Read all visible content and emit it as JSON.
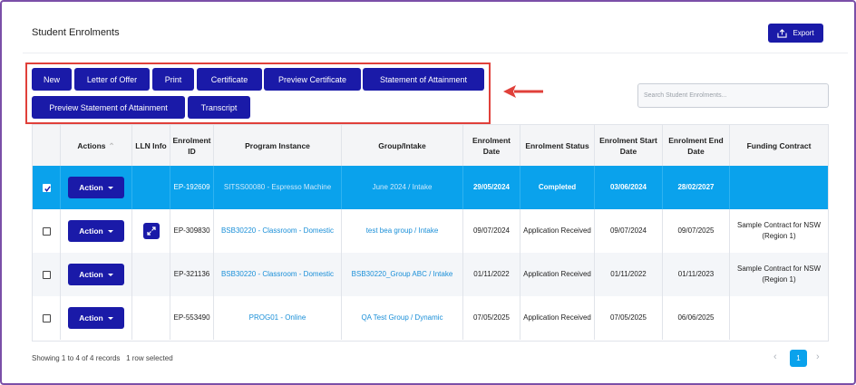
{
  "page": {
    "title": "Student Enrolments",
    "export_label": "Export",
    "search_placeholder": "Search Student Enrolments..."
  },
  "toolbar": {
    "new": "New",
    "letter_of_offer": "Letter of Offer",
    "print": "Print",
    "certificate": "Certificate",
    "preview_certificate": "Preview Certificate",
    "statement_of_attainment": "Statement of Attainment",
    "preview_statement": "Preview Statement of Attainment",
    "transcript": "Transcript"
  },
  "table": {
    "headers": {
      "actions": "Actions",
      "lln": "LLN Info",
      "enrolment_id": "Enrolment ID",
      "program": "Program Instance",
      "group": "Group/Intake",
      "enrolment_date": "Enrolment Date",
      "status": "Enrolment Status",
      "start": "Enrolment Start Date",
      "end": "Enrolment End Date",
      "funding": "Funding Contract"
    },
    "action_label": "Action",
    "rows": [
      {
        "checked": true,
        "id": "EP-192609",
        "program": "SITSS00080 - Espresso Machine",
        "group": "June 2024 / Intake",
        "date": "29/05/2024",
        "status": "Completed",
        "start": "03/06/2024",
        "end": "28/02/2027",
        "funding": "",
        "lln": false
      },
      {
        "checked": false,
        "id": "EP-309830",
        "program": "BSB30220 - Classroom - Domestic",
        "group": "test bea group / Intake",
        "date": "09/07/2024",
        "status": "Application Received",
        "start": "09/07/2024",
        "end": "09/07/2025",
        "funding": "Sample Contract for NSW (Region 1)",
        "lln": true
      },
      {
        "checked": false,
        "id": "EP-321136",
        "program": "BSB30220 - Classroom - Domestic",
        "group": "BSB30220_Group ABC / Intake",
        "date": "01/11/2022",
        "status": "Application Received",
        "start": "01/11/2022",
        "end": "01/11/2023",
        "funding": "Sample Contract for NSW (Region 1)",
        "lln": false
      },
      {
        "checked": false,
        "id": "EP-553490",
        "program": "PROG01 - Online",
        "group": "QA Test Group / Dynamic",
        "date": "07/05/2025",
        "status": "Application Received",
        "start": "07/05/2025",
        "end": "06/06/2025",
        "funding": "",
        "lln": false
      }
    ]
  },
  "footer": {
    "summary": "Showing 1 to 4 of 4 records",
    "selected": "1 row selected",
    "current_page": "1",
    "prev": "‹",
    "next": "›"
  },
  "colors": {
    "primary": "#1a1aa8",
    "selected_row": "#0aa2ec",
    "link": "#1a8fd8",
    "annotation": "#e0403a"
  }
}
